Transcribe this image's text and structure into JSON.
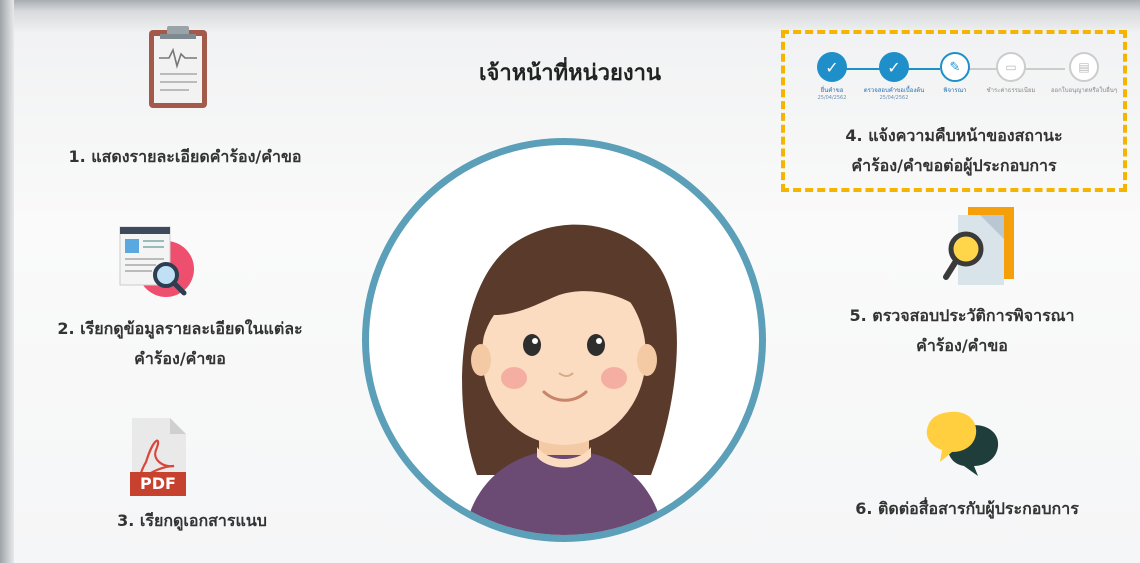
{
  "title": "เจ้าหน้าที่หน่วยงาน",
  "features": [
    {
      "number": "1.",
      "line1": "1. แสดงรายละเอียดคำร้อง/คำขอ",
      "line2": "",
      "icon": "clipboard-icon"
    },
    {
      "number": "2.",
      "line1": "2. เรียกดูข้อมูลรายละเอียดในแต่ละ",
      "line2": "คำร้อง/คำขอ",
      "icon": "document-search-icon"
    },
    {
      "number": "3.",
      "line1": "3. เรียกดูเอกสารแนบ",
      "line2": "",
      "icon": "pdf-icon"
    },
    {
      "number": "4.",
      "line1": "4. แจ้งความคืบหน้าของสถานะ",
      "line2": "คำร้อง/คำขอต่อผู้ประกอบการ",
      "icon": "progress-steps"
    },
    {
      "number": "5.",
      "line1": "5. ตรวจสอบประวัติการพิจารณา",
      "line2": "คำร้อง/คำขอ",
      "icon": "magnifier-folder-icon"
    },
    {
      "number": "6.",
      "line1": "6. ติดต่อสื่อสารกับผู้ประกอบการ",
      "line2": "",
      "icon": "chat-bubbles-icon"
    }
  ],
  "progress_steps": [
    {
      "label": "ยื่นคำขอ",
      "date": "25/04/2562",
      "state": "done"
    },
    {
      "label": "ตรวจสอบคำขอเบื้องต้น",
      "date": "25/04/2562",
      "state": "done"
    },
    {
      "label": "พิจารณา",
      "date": "",
      "state": "current"
    },
    {
      "label": "ชำระค่าธรรมเนียม",
      "date": "",
      "state": "pending"
    },
    {
      "label": "ออกใบอนุญาตหรือใบอื่นๆ",
      "date": "",
      "state": "pending"
    }
  ],
  "colors": {
    "ring": "#5b9fb8",
    "step_done": "#1f8fc9",
    "dashed_border": "#f4b400",
    "hair": "#5a3a2a",
    "skin": "#fbdcc0",
    "shirt": "#6b4a74"
  },
  "pdf_badge": "PDF"
}
